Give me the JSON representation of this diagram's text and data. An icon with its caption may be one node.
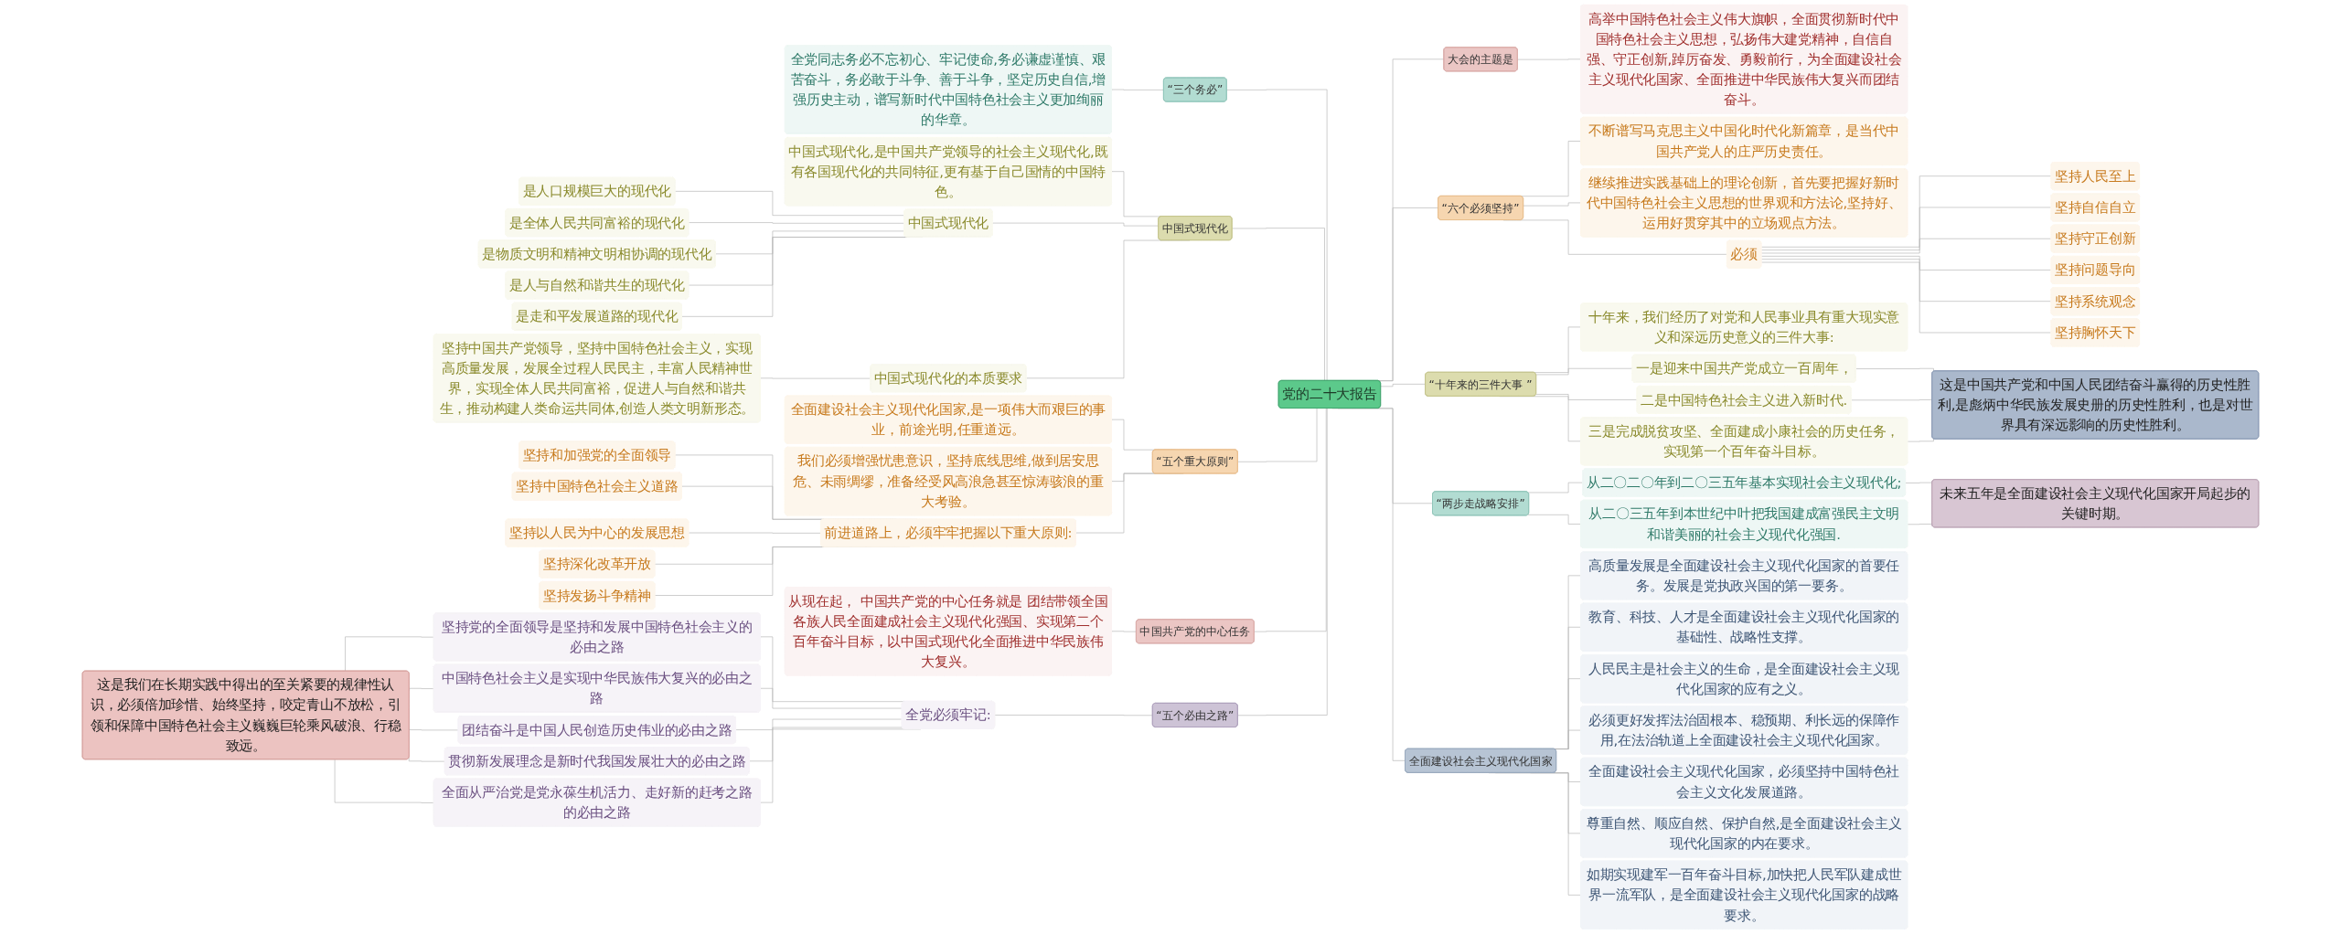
{
  "diagram": {
    "nodes": [
      {
        "text": [
          "党的二十大报告"
        ]
      },
      {
        "text": [
          "大会的主题是"
        ]
      },
      {
        "text": [
          "高举中国特色社会主义伟大旗帜，全面贯彻新时代中国特色社会主义思想，弘扬伟大建党精神，自信自强、守正创新,踔厉奋发、勇毅前行，为全面建设社会主义现代化国家、全面推进中华民族伟大复兴而团结奋斗。"
        ]
      },
      {
        "text": [
          "“六个必须坚持”"
        ]
      },
      {
        "text": [
          "不断谱写马克思主义中国化时代化新篇章，是当代中国共产党人的庄严历史责任。"
        ]
      },
      {
        "text": [
          "继续推进实践基础上的理论创新，首先要把握好新时代中国特色社会主义思想的世界观和方法论,坚持好、运用好贯穿其中的立场观点方法。"
        ]
      },
      {
        "text": [
          "必须"
        ]
      },
      {
        "text": [
          "坚持人民至上"
        ]
      },
      {
        "text": [
          "坚持自信自立"
        ]
      },
      {
        "text": [
          "坚持守正创新"
        ]
      },
      {
        "text": [
          "坚持问题导向"
        ]
      },
      {
        "text": [
          "坚持系统观念"
        ]
      },
      {
        "text": [
          "坚持胸怀天下"
        ]
      },
      {
        "text": [
          "“十年来的三件大事 ”"
        ]
      },
      {
        "text": [
          "十年来，我们经历了对党和人民事业具有重大现实意义和深远历史意义的三件大事:"
        ]
      },
      {
        "text": [
          "一是迎来中国共产党成立一百周年，"
        ]
      },
      {
        "text": [
          "二是中国特色社会主义进入新时代."
        ]
      },
      {
        "text": [
          "三是完成脱贫攻坚、全面建成小康社会的历史任务，实现第一个百年奋斗目标。"
        ]
      },
      {
        "text": [
          "这是中国共产党和中国人民团结奋斗赢得的历史性胜利,是彪炳中华民族发展史册的历史性胜利，也是对世界具有深远影响的历史性胜利。"
        ]
      },
      {
        "text": [
          "“两步走战略安排”"
        ]
      },
      {
        "text": [
          "从二〇二〇年到二〇三五年基本实现社会主义现代化;"
        ]
      },
      {
        "text": [
          "从二〇三五年到本世纪中叶把我国建成富强民主文明和谐美丽的社会主义现代化强国."
        ]
      },
      {
        "text": [
          "未来五年是全面建设社会主义现代化国家开局起步的关键时期。"
        ]
      },
      {
        "text": [
          "全面建设社会主义现代化国家"
        ]
      },
      {
        "text": [
          "高质量发展是全面建设社会主义现代化国家的首要任务。发展是党执政兴国的第一要务。"
        ]
      },
      {
        "text": [
          "教育、科技、人才是全面建设社会主义现代化国家的基础性、战略性支撑。"
        ]
      },
      {
        "text": [
          "人民民主是社会主义的生命，是全面建设社会主义现代化国家的应有之义。"
        ]
      },
      {
        "text": [
          "必须更好发挥法治固根本、稳预期、利长远的保障作用,在法治轨道上全面建设社会主义现代化国家。"
        ]
      },
      {
        "text": [
          "全面建设社会主义现代化国家，必须坚持中国特色社会主义文化发展道路。"
        ]
      },
      {
        "text": [
          "尊重自然、顺应自然、保护自然,是全面建设社会主义现代化国家的内在要求。"
        ]
      },
      {
        "text": [
          "如期实现建军一百年奋斗目标,加快把人民军队建成世界一流军队，是全面建设社会主义现代化国家的战略要求。"
        ]
      },
      {
        "text": [
          "“三个务必”"
        ]
      },
      {
        "text": [
          "全党同志务必不忘初心、牢记使命,务必谦虚谨慎、艰苦奋斗，务必敢于斗争、善于斗争，坚定历史自信,增强历史主动，谱写新时代中国特色社会主义更加绚丽的华章。"
        ]
      },
      {
        "text": [
          "中国式现代化"
        ]
      },
      {
        "text": [
          "中国式现代化,是中国共产党领导的社会主义现代化,既有各国现代化的共同特征,更有基于自己国情的中国特色。"
        ]
      },
      {
        "text": [
          "中国式现代化"
        ]
      },
      {
        "text": [
          "是人口规模巨大的现代化"
        ]
      },
      {
        "text": [
          "是全体人民共同富裕的现代化"
        ]
      },
      {
        "text": [
          "是物质文明和精神文明相协调的现代化"
        ]
      },
      {
        "text": [
          "是人与自然和谐共生的现代化"
        ]
      },
      {
        "text": [
          "是走和平发展道路的现代化"
        ]
      },
      {
        "text": [
          "中国式现代化的本质要求"
        ]
      },
      {
        "text": [
          "坚持中国共产党领导，坚持中国特色社会主义，实现高质量发展，发展全过程人民民主，丰富人民精神世界，实现全体人民共同富裕，促进人与自然和谐共生，推动构建人类命运共同体,创造人类文明新形态。"
        ]
      },
      {
        "text": [
          "“五个重大原则”"
        ]
      },
      {
        "text": [
          "全面建设社会主义现代化国家,是一项伟大而艰巨的事业，前途光明,任重道远。"
        ]
      },
      {
        "text": [
          "我们必须增强忧患意识，坚持底线思维,做到居安思危、未雨绸缪，准备经受风高浪急甚至惊涛骇浪的重大考验。"
        ]
      },
      {
        "text": [
          "前进道路上，必须牢牢把握以下重大原则:"
        ]
      },
      {
        "text": [
          "坚持和加强党的全面领导"
        ]
      },
      {
        "text": [
          "坚持中国特色社会主义道路"
        ]
      },
      {
        "text": [
          "坚持以人民为中心的发展思想"
        ]
      },
      {
        "text": [
          "坚持深化改革开放"
        ]
      },
      {
        "text": [
          "坚持发扬斗争精神"
        ]
      },
      {
        "text": [
          "中国共产党的中心任务"
        ]
      },
      {
        "text": [
          "从现在起， 中国共产党的中心任务就是 团结带领全国各族人民全面建成社会主义现代化强国、实现第二个百年奋斗目标，以中国式现代化全面推进中华民族伟大复兴。"
        ]
      },
      {
        "text": [
          "“五个必由之路”"
        ]
      },
      {
        "text": [
          "全党必须牢记:"
        ]
      },
      {
        "text": [
          "坚持党的全面领导是坚持和发展中国特色社会主义的必由之路"
        ]
      },
      {
        "text": [
          "中国特色社会主义是实现中华民族伟大复兴的必由之路"
        ]
      },
      {
        "text": [
          "团结奋斗是中国人民创造历史伟业的必由之路"
        ]
      },
      {
        "text": [
          "贯彻新发展理念是新时代我国发展壮大的必由之路"
        ]
      },
      {
        "text": [
          "全面从严治党是党永葆生机活力、走好新的赶考之路的必由之路"
        ]
      },
      {
        "text": [
          "这是我们在长期实践中得出的至关紧要的规律性认识，必须倍加珍惜、始终坚持，咬定青山不放松，引领和保障中国特色社会主义巍巍巨轮乘风破浪、行稳致远。"
        ]
      }
    ],
    "edges": [
      {
        "from": 0,
        "to": 1,
        "arrow": "none"
      },
      {
        "from": 1,
        "to": 2,
        "arrow": "none"
      },
      {
        "from": 0,
        "to": 3,
        "arrow": "none"
      },
      {
        "from": 3,
        "to": 4,
        "arrow": "none"
      },
      {
        "from": 3,
        "to": 5,
        "arrow": "none"
      },
      {
        "from": 3,
        "to": 6,
        "arrow": "none"
      },
      {
        "from": 6,
        "to": 7,
        "arrow": "none"
      },
      {
        "from": 6,
        "to": 8,
        "arrow": "none"
      },
      {
        "from": 6,
        "to": 9,
        "arrow": "none"
      },
      {
        "from": 6,
        "to": 10,
        "arrow": "none"
      },
      {
        "from": 6,
        "to": 11,
        "arrow": "none"
      },
      {
        "from": 6,
        "to": 12,
        "arrow": "none"
      },
      {
        "from": 0,
        "to": 13,
        "arrow": "none"
      },
      {
        "from": 13,
        "to": 14,
        "arrow": "none"
      },
      {
        "from": 13,
        "to": 15,
        "arrow": "none"
      },
      {
        "from": 13,
        "to": 16,
        "arrow": "none"
      },
      {
        "from": 13,
        "to": 17,
        "arrow": "none"
      },
      {
        "from": 15,
        "to": 18,
        "arrow": "none"
      },
      {
        "from": 16,
        "to": 18,
        "arrow": "none"
      },
      {
        "from": 17,
        "to": 18,
        "arrow": "none"
      },
      {
        "from": 0,
        "to": 19,
        "arrow": "none"
      },
      {
        "from": 19,
        "to": 20,
        "arrow": "none"
      },
      {
        "from": 19,
        "to": 21,
        "arrow": "none"
      },
      {
        "from": 20,
        "to": 22,
        "arrow": "none"
      },
      {
        "from": 21,
        "to": 22,
        "arrow": "none"
      },
      {
        "from": 0,
        "to": 23,
        "arrow": "none"
      },
      {
        "from": 23,
        "to": 24,
        "arrow": "none"
      },
      {
        "from": 23,
        "to": 25,
        "arrow": "none"
      },
      {
        "from": 23,
        "to": 26,
        "arrow": "none"
      },
      {
        "from": 23,
        "to": 27,
        "arrow": "none"
      },
      {
        "from": 23,
        "to": 28,
        "arrow": "none"
      },
      {
        "from": 23,
        "to": 29,
        "arrow": "none"
      },
      {
        "from": 23,
        "to": 30,
        "arrow": "none"
      },
      {
        "from": 0,
        "to": 31,
        "arrow": "none"
      },
      {
        "from": 31,
        "to": 32,
        "arrow": "none"
      },
      {
        "from": 0,
        "to": 33,
        "arrow": "none"
      },
      {
        "from": 33,
        "to": 34,
        "arrow": "none"
      },
      {
        "from": 33,
        "to": 35,
        "arrow": "none"
      },
      {
        "from": 35,
        "to": 36,
        "arrow": "none"
      },
      {
        "from": 35,
        "to": 37,
        "arrow": "none"
      },
      {
        "from": 35,
        "to": 38,
        "arrow": "none"
      },
      {
        "from": 35,
        "to": 39,
        "arrow": "none"
      },
      {
        "from": 35,
        "to": 40,
        "arrow": "none"
      },
      {
        "from": 33,
        "to": 41,
        "arrow": "none"
      },
      {
        "from": 41,
        "to": 42,
        "arrow": "none"
      },
      {
        "from": 0,
        "to": 43,
        "arrow": "none"
      },
      {
        "from": 43,
        "to": 44,
        "arrow": "none"
      },
      {
        "from": 43,
        "to": 45,
        "arrow": "none"
      },
      {
        "from": 43,
        "to": 46,
        "arrow": "none"
      },
      {
        "from": 46,
        "to": 47,
        "arrow": "none"
      },
      {
        "from": 46,
        "to": 48,
        "arrow": "none"
      },
      {
        "from": 46,
        "to": 49,
        "arrow": "none"
      },
      {
        "from": 46,
        "to": 50,
        "arrow": "none"
      },
      {
        "from": 46,
        "to": 51,
        "arrow": "none"
      },
      {
        "from": 0,
        "to": 52,
        "arrow": "none"
      },
      {
        "from": 52,
        "to": 53,
        "arrow": "none"
      },
      {
        "from": 0,
        "to": 54,
        "arrow": "none"
      },
      {
        "from": 54,
        "to": 55,
        "arrow": "none"
      },
      {
        "from": 55,
        "to": 56,
        "arrow": "none"
      },
      {
        "from": 55,
        "to": 57,
        "arrow": "none"
      },
      {
        "from": 55,
        "to": 58,
        "arrow": "none"
      },
      {
        "from": 55,
        "to": 59,
        "arrow": "none"
      },
      {
        "from": 55,
        "to": 60,
        "arrow": "none"
      },
      {
        "from": 56,
        "to": 61,
        "arrow": "none"
      },
      {
        "from": 57,
        "to": 61,
        "arrow": "none"
      },
      {
        "from": 58,
        "to": 61,
        "arrow": "none"
      },
      {
        "from": 59,
        "to": 61,
        "arrow": "none"
      },
      {
        "from": 60,
        "to": 61,
        "arrow": "none"
      }
    ]
  }
}
